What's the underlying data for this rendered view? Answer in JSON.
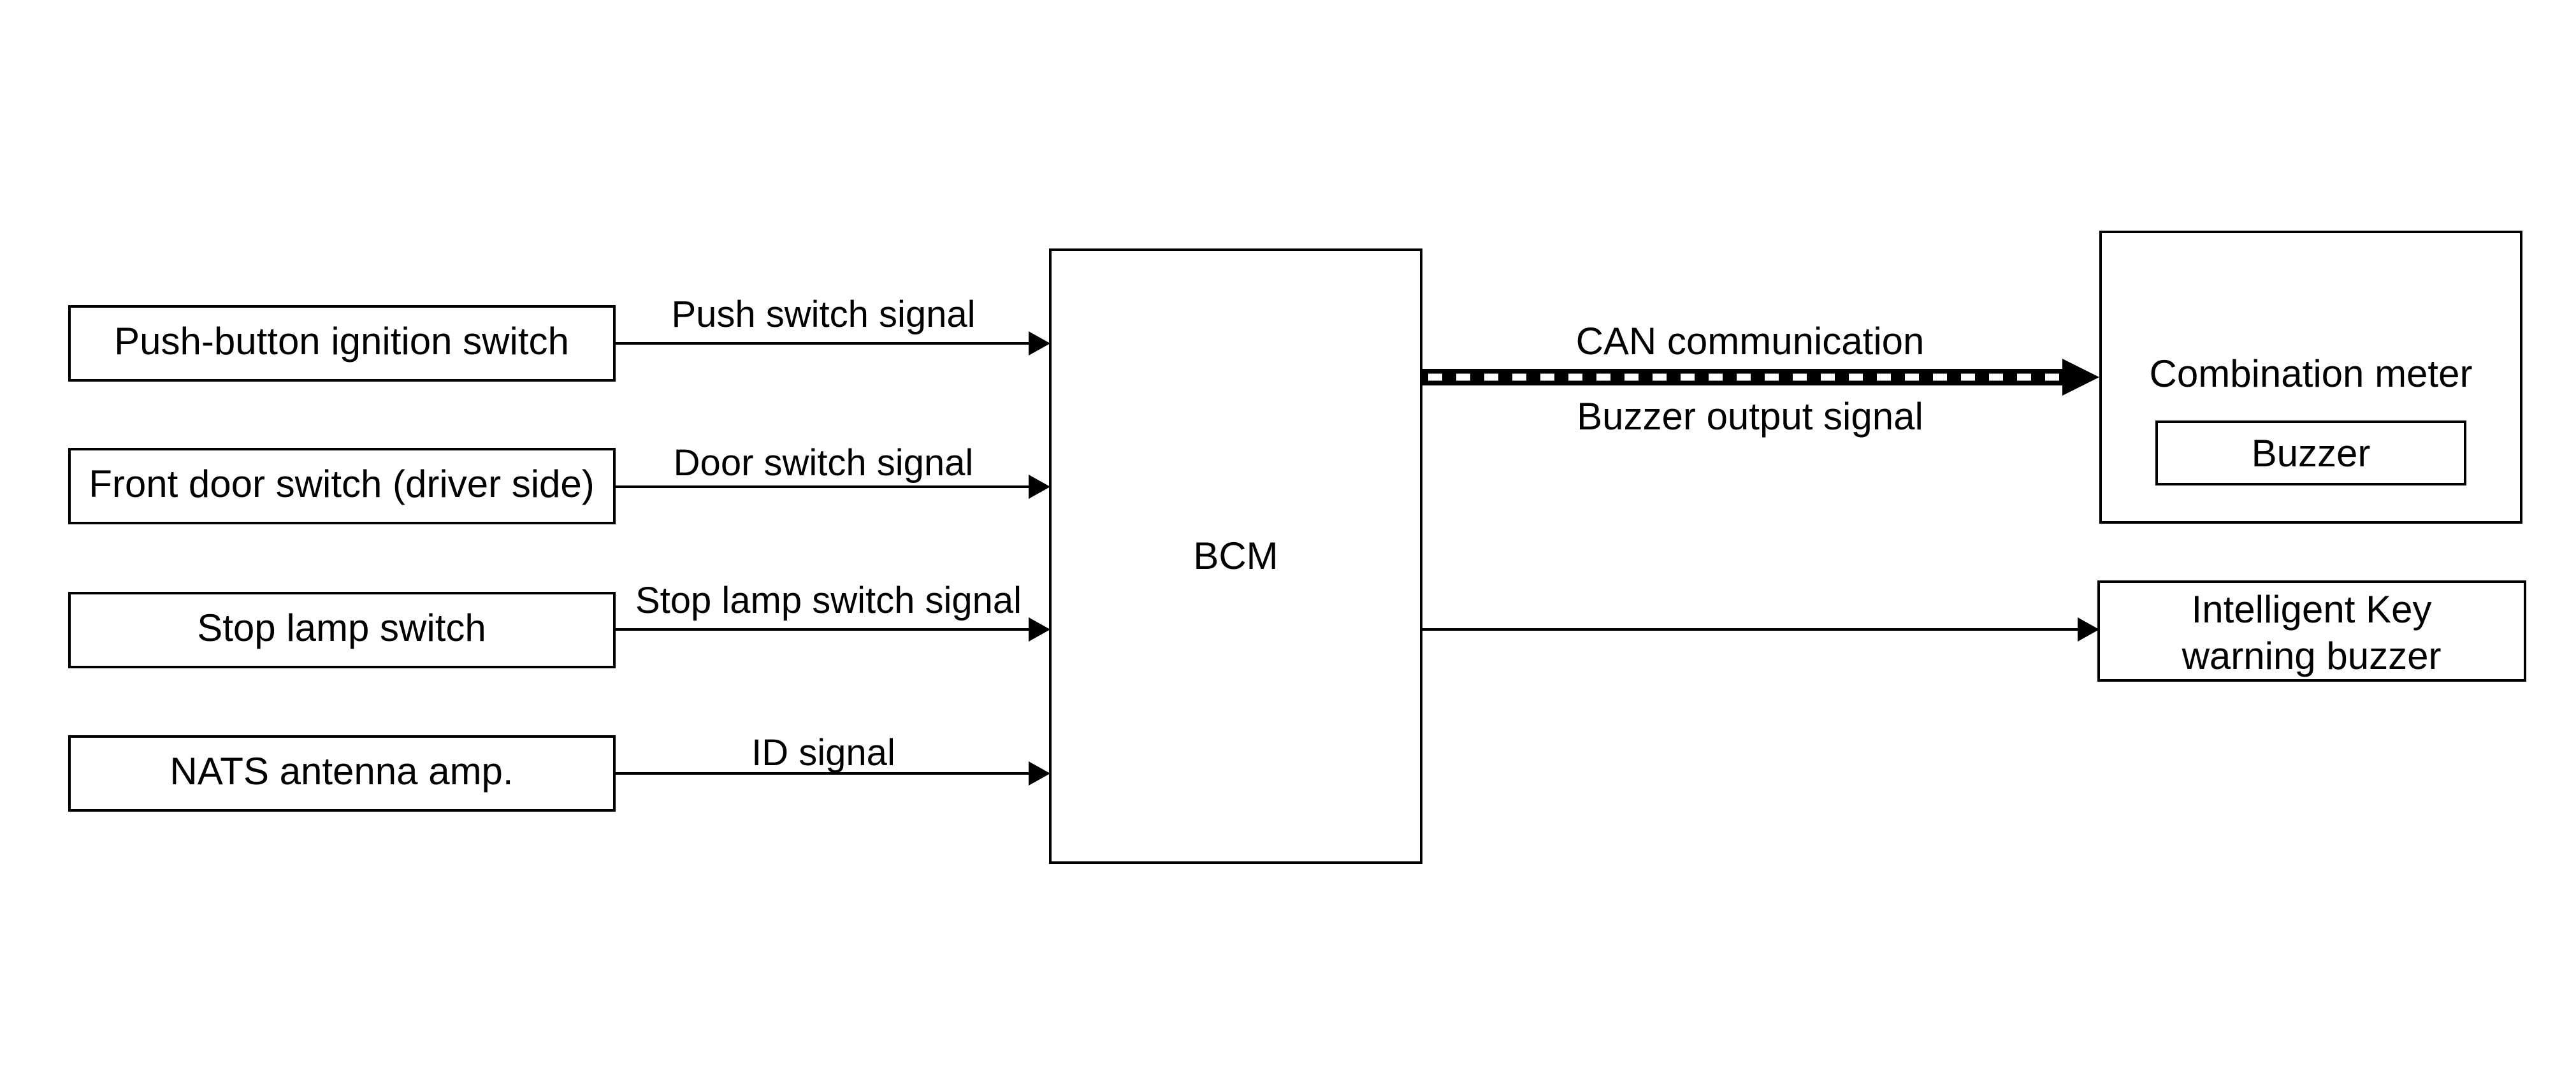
{
  "inputs": {
    "push_button_ignition_switch": "Push-button ignition switch",
    "front_door_switch": "Front door switch (driver side)",
    "stop_lamp_switch": "Stop lamp switch",
    "nats_antenna_amp": "NATS antenna amp."
  },
  "signals": {
    "push_switch": "Push switch signal",
    "door_switch": "Door switch signal",
    "stop_lamp_switch": "Stop lamp switch signal",
    "id": "ID signal",
    "can_communication": "CAN communication",
    "buzzer_output": "Buzzer output signal"
  },
  "bcm": {
    "label": "BCM"
  },
  "outputs": {
    "combination_meter": "Combination meter",
    "buzzer": "Buzzer",
    "intelligent_key_line1": "Intelligent Key",
    "intelligent_key_line2": "warning buzzer"
  },
  "colors": {
    "line": "#000000",
    "background": "#ffffff"
  }
}
